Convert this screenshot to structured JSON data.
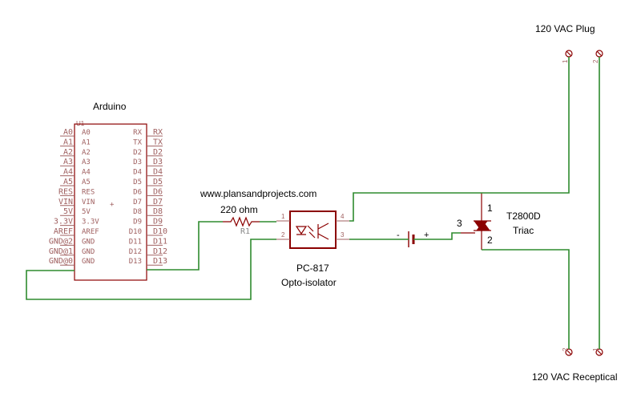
{
  "title": "Arduino",
  "website": "www.plansandprojects.com",
  "arduino": {
    "ref": "U1",
    "outer_left": [
      "A0",
      "A1",
      "A2",
      "A3",
      "A4",
      "A5",
      "RES",
      "VIN",
      "5V",
      "3.3V",
      "AREF",
      "GND@2",
      "GND@1",
      "GND@0"
    ],
    "inner_left": [
      "A0",
      "A1",
      "A2",
      "A3",
      "A4",
      "A5",
      "RES",
      "VIN",
      "5V",
      "3.3V",
      "AREF",
      "GND",
      "GND",
      "GND"
    ],
    "inner_right": [
      "RX",
      "TX",
      "D2",
      "D3",
      "D4",
      "D5",
      "D6",
      "D7",
      "D8",
      "D9",
      "D10",
      "D11",
      "D12",
      "D13"
    ],
    "outer_right": [
      "RX",
      "TX",
      "D2",
      "D3",
      "D4",
      "D5",
      "D6",
      "D7",
      "D8",
      "D9",
      "D10",
      "D11",
      "D12",
      "D13"
    ],
    "plus": "+"
  },
  "resistor": {
    "value": "220 ohm",
    "ref": "R1"
  },
  "opto": {
    "name": "PC-817",
    "desc": "Opto-isolator",
    "pins": [
      "1",
      "2",
      "3",
      "4"
    ]
  },
  "battery": {
    "minus": "-",
    "plus": "+"
  },
  "triac": {
    "name": "T2800D",
    "desc": "Triac",
    "pin1": "1",
    "pin2": "2",
    "pin3": "3"
  },
  "plug": {
    "label": "120 VAC Plug",
    "t1": "1",
    "t2": "2"
  },
  "receptacle": {
    "label": "120 VAC Receptical",
    "t1": "2",
    "t2": "1"
  }
}
